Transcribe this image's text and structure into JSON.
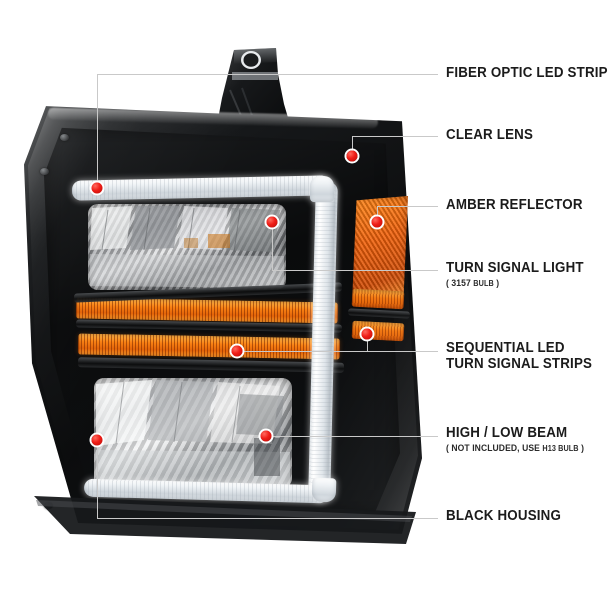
{
  "product": {
    "name": "projector-headlight-assembly",
    "housing_color": "#121314",
    "amber_color": "#f2730d",
    "led_strip_color": "#eef2f5",
    "chrome_color": "#d9dbdd"
  },
  "marker": {
    "color": "#ef1d17",
    "ring_color": "#ffffff"
  },
  "leader_line_color": "#c9c9c9",
  "callouts": [
    {
      "id": "fiber-optic-led-strip",
      "label": "FIBER OPTIC LED STRIP",
      "sub": "",
      "sub_tiny": ""
    },
    {
      "id": "clear-lens",
      "label": "CLEAR LENS",
      "sub": "",
      "sub_tiny": ""
    },
    {
      "id": "amber-reflector",
      "label": "AMBER REFLECTOR",
      "sub": "",
      "sub_tiny": ""
    },
    {
      "id": "turn-signal-light",
      "label": "TURN SIGNAL LIGHT",
      "sub_open": "( 3157",
      "sub_tiny": "BULB",
      "sub_close": ")"
    },
    {
      "id": "sequential-led-turn-signal-strips",
      "label_line1": "SEQUENTIAL LED",
      "label_line2": "TURN SIGNAL STRIPS",
      "sub": "",
      "sub_tiny": ""
    },
    {
      "id": "high-low-beam",
      "label": "HIGH / LOW BEAM",
      "sub_open": "( NOT INCLUDED, USE",
      "sub_tiny": "H13  BULB",
      "sub_close": ")"
    },
    {
      "id": "black-housing",
      "label": "BLACK HOUSING",
      "sub": "",
      "sub_tiny": ""
    }
  ]
}
